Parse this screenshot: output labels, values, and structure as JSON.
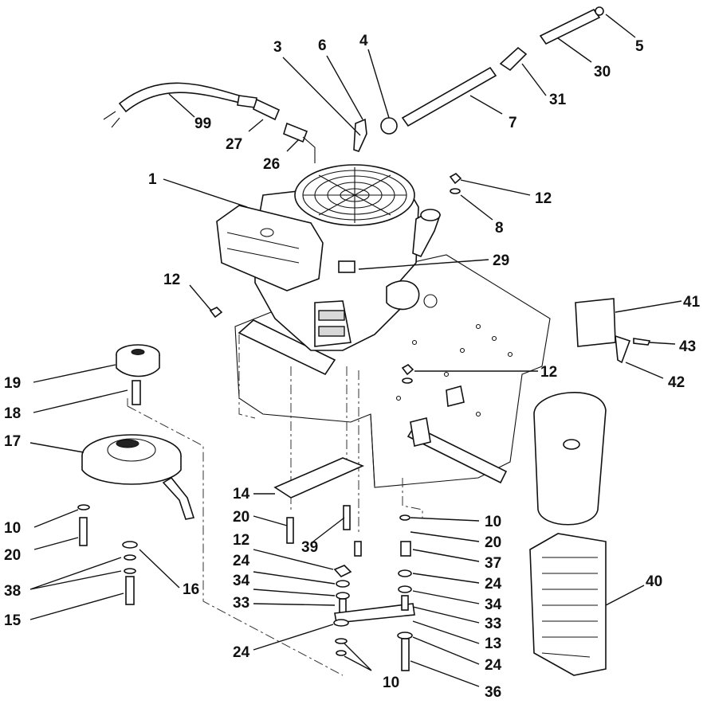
{
  "callouts": [
    {
      "id": "1",
      "text": "1"
    },
    {
      "id": "3",
      "text": "3"
    },
    {
      "id": "4",
      "text": "4"
    },
    {
      "id": "5",
      "text": "5"
    },
    {
      "id": "6",
      "text": "6"
    },
    {
      "id": "7",
      "text": "7"
    },
    {
      "id": "8",
      "text": "8"
    },
    {
      "id": "10a",
      "text": "10"
    },
    {
      "id": "10b",
      "text": "10"
    },
    {
      "id": "10c",
      "text": "10"
    },
    {
      "id": "12a",
      "text": "12"
    },
    {
      "id": "12b",
      "text": "12"
    },
    {
      "id": "12c",
      "text": "12"
    },
    {
      "id": "12d",
      "text": "12"
    },
    {
      "id": "13",
      "text": "13"
    },
    {
      "id": "14",
      "text": "14"
    },
    {
      "id": "15",
      "text": "15"
    },
    {
      "id": "16",
      "text": "16"
    },
    {
      "id": "17",
      "text": "17"
    },
    {
      "id": "18",
      "text": "18"
    },
    {
      "id": "19",
      "text": "19"
    },
    {
      "id": "20a",
      "text": "20"
    },
    {
      "id": "20b",
      "text": "20"
    },
    {
      "id": "20c",
      "text": "20"
    },
    {
      "id": "24a",
      "text": "24"
    },
    {
      "id": "24b",
      "text": "24"
    },
    {
      "id": "24c",
      "text": "24"
    },
    {
      "id": "24d",
      "text": "24"
    },
    {
      "id": "26",
      "text": "26"
    },
    {
      "id": "27",
      "text": "27"
    },
    {
      "id": "29",
      "text": "29"
    },
    {
      "id": "30",
      "text": "30"
    },
    {
      "id": "31",
      "text": "31"
    },
    {
      "id": "33a",
      "text": "33"
    },
    {
      "id": "33b",
      "text": "33"
    },
    {
      "id": "34a",
      "text": "34"
    },
    {
      "id": "34b",
      "text": "34"
    },
    {
      "id": "36",
      "text": "36"
    },
    {
      "id": "37",
      "text": "37"
    },
    {
      "id": "38",
      "text": "38"
    },
    {
      "id": "39",
      "text": "39"
    },
    {
      "id": "40",
      "text": "40"
    },
    {
      "id": "41",
      "text": "41"
    },
    {
      "id": "42",
      "text": "42"
    },
    {
      "id": "43",
      "text": "43"
    },
    {
      "id": "99",
      "text": "99"
    }
  ]
}
